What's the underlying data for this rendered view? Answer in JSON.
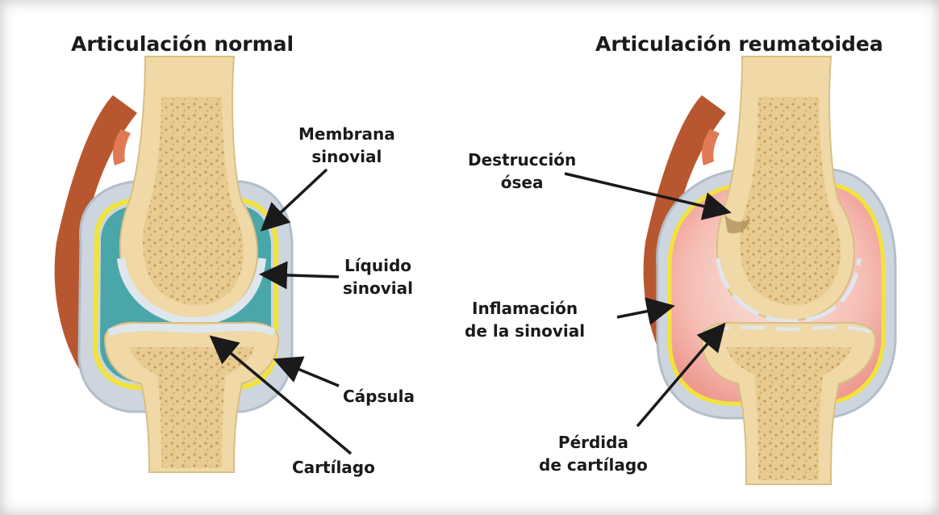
{
  "titles": {
    "normal": "Articulación normal",
    "rheumatoid": "Articulación reumatoidea"
  },
  "labels": {
    "membrana": [
      "Membrana",
      "sinovial"
    ],
    "liquido": [
      "Líquido",
      "sinovial"
    ],
    "capsula": "Cápsula",
    "cartilago": "Cartílago",
    "destruccion": [
      "Destrucción",
      "ósea"
    ],
    "inflamacion": [
      "Inflamación",
      "de la sinovial"
    ],
    "perdida": [
      "Pérdida",
      "de cartílago"
    ]
  },
  "colors": {
    "bone": "#f0d9a6",
    "bone_spongy": "#c9a05a",
    "synovial_fluid": "#4aa6a8",
    "membrane": "#f2e33a",
    "capsule": "#c9d3dc",
    "muscle": "#b8572f",
    "inflamed": "#f4b9b0"
  }
}
